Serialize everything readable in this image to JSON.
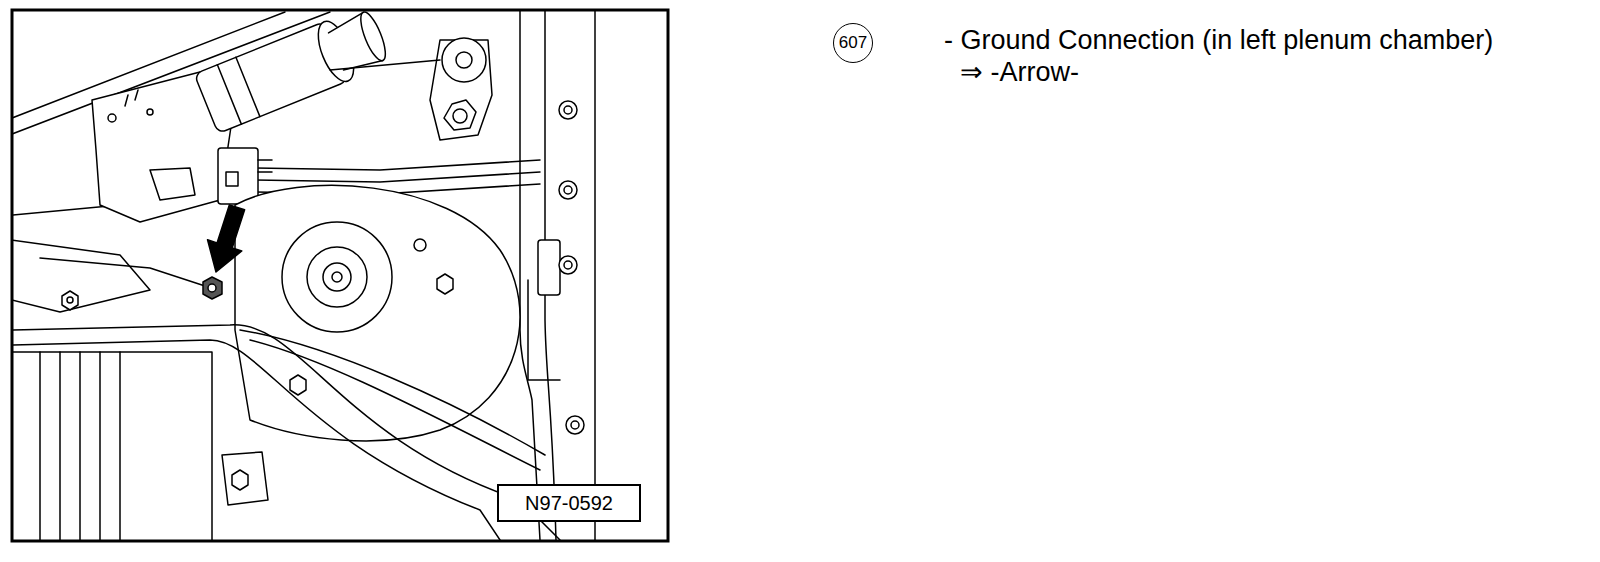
{
  "diagram": {
    "nodes": [
      {
        "text": [
          "607"
        ]
      },
      {
        "text": [
          "N97-0592"
        ]
      }
    ],
    "labels": [
      "- Ground Connection (in left plenum chamber)",
      "⇒ -Arrow-"
    ]
  }
}
